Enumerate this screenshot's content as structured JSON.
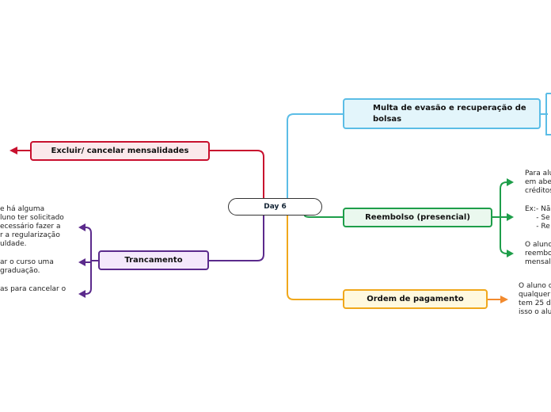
{
  "center": {
    "label": "Day 6"
  },
  "branches": {
    "excluir": {
      "label": "Excluir/ cancelar mensalidades",
      "color": "#c8102e"
    },
    "trancamento": {
      "label": "Trancamento",
      "color": "#5b2a8c",
      "notes": [
        "e há alguma\nluno ter solicitado\necessário fazer a\nr a regularização\nuldade.",
        "ar o curso uma\ngraduação.",
        "as para cancelar o"
      ]
    },
    "multa": {
      "label": "Multa de evasão e recuperação de bolsas",
      "color": "#5bbde6"
    },
    "reembolso": {
      "label": "Reembolso (presencial)",
      "color": "#1e9e4a",
      "notes": [
        "Para alu\nem abe\ncréditos",
        "Ex:- Nã\n     - Se\n     - Re",
        "O aluno\nreembo\nmensal"
      ]
    },
    "ordem": {
      "label": "Ordem de pagamento",
      "color": "#f0a81c",
      "note": "O aluno c\nqualquer\ntem 25 d\nisso o alu"
    }
  }
}
